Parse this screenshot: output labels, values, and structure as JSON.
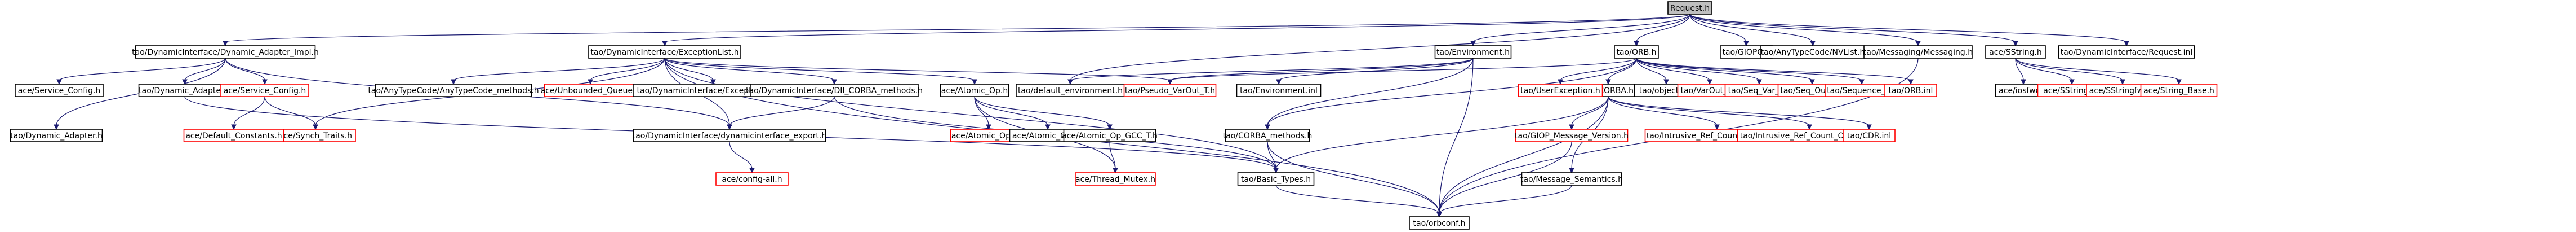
{
  "colors": {
    "edge": "#191970",
    "node_border": "#000000",
    "missing_border": "#ff0000",
    "root_fill": "#bfbfbf"
  },
  "nodes": [
    {
      "id": "root",
      "label": "Request.h",
      "root": true
    },
    {
      "id": "dai",
      "label": "tao/DynamicInterface/Dynamic_Adapter_Impl.h"
    },
    {
      "id": "exl",
      "label": "tao/DynamicInterface/ExceptionList.h"
    },
    {
      "id": "env",
      "label": "tao/Environment.h"
    },
    {
      "id": "orbh",
      "label": "tao/ORB.h"
    },
    {
      "id": "giop",
      "label": "tao/GIOPC.h"
    },
    {
      "id": "nvlist",
      "label": "tao/AnyTypeCode/NVList.h"
    },
    {
      "id": "msg",
      "label": "tao/Messaging/Messaging.h"
    },
    {
      "id": "sstr",
      "label": "ace/SString.h"
    },
    {
      "id": "reqinl",
      "label": "tao/DynamicInterface/Request.inl"
    },
    {
      "id": "svccfg1",
      "label": "ace/Service_Config.h"
    },
    {
      "id": "dynad",
      "label": "tao/Dynamic_Adapter.h"
    },
    {
      "id": "svccfg2",
      "label": "ace/Service_Config.h",
      "missing": true
    },
    {
      "id": "synch",
      "label": "ace/Synch_Traits.h",
      "missing": true
    },
    {
      "id": "defconst",
      "label": "ace/Default_Constants.h",
      "missing": true
    },
    {
      "id": "dynad2",
      "label": "tao/Dynamic_Adapter.h"
    },
    {
      "id": "dynexp",
      "label": "tao/DynamicInterface/dynamicinterface_export.h"
    },
    {
      "id": "aceconfig",
      "label": "ace/config-all.h",
      "missing": true
    },
    {
      "id": "atcm",
      "label": "tao/AnyTypeCode/AnyTypeCode_methods.h"
    },
    {
      "id": "unbq",
      "label": "ace/Unbounded_Queue.h",
      "missing": true
    },
    {
      "id": "exlinl",
      "label": "tao/DynamicInterface/ExceptionList.inl"
    },
    {
      "id": "diicorba",
      "label": "tao/DynamicInterface/DII_CORBA_methods.h"
    },
    {
      "id": "atomic",
      "label": "ace/Atomic_Op.h"
    },
    {
      "id": "atomict",
      "label": "ace/Atomic_Op_T.h",
      "missing": true
    },
    {
      "id": "atomicinl",
      "label": "ace/Atomic_Op.inl"
    },
    {
      "id": "atomicgcc",
      "label": "ace/Atomic_Op_GCC_T.h"
    },
    {
      "id": "thrmutex",
      "label": "ace/Thread_Mutex.h",
      "missing": true
    },
    {
      "id": "defenv",
      "label": "tao/default_environment.h"
    },
    {
      "id": "pvo",
      "label": "tao/Pseudo_VarOut_T.h",
      "missing": true
    },
    {
      "id": "envinl",
      "label": "tao/Environment.inl"
    },
    {
      "id": "corbam",
      "label": "tao/CORBA_methods.h"
    },
    {
      "id": "basic",
      "label": "tao/Basic_Types.h"
    },
    {
      "id": "orbconf",
      "label": "tao/orbconf.h"
    },
    {
      "id": "corbah",
      "label": "tao/CORBA.h"
    },
    {
      "id": "giopmv",
      "label": "tao/GIOP_Message_Version.h",
      "missing": true
    },
    {
      "id": "msem",
      "label": "tao/Message_Semantics.h"
    },
    {
      "id": "irchh",
      "label": "tao/Intrusive_Ref_Count_Handle_T.h",
      "missing": true
    },
    {
      "id": "ircoh",
      "label": "tao/Intrusive_Ref_Count_Object_T.h",
      "missing": true
    },
    {
      "id": "cdrinl",
      "label": "tao/CDR.inl",
      "missing": true
    },
    {
      "id": "userex",
      "label": "tao/UserException.h",
      "missing": true
    },
    {
      "id": "objid",
      "label": "tao/objectid.h"
    },
    {
      "id": "varout",
      "label": "tao/VarOut_T.h",
      "missing": true
    },
    {
      "id": "seqvar",
      "label": "tao/Seq_Var_T.h",
      "missing": true
    },
    {
      "id": "seqout",
      "label": "tao/Seq_Out_T.h",
      "missing": true
    },
    {
      "id": "seqt",
      "label": "tao/Sequence_T.h",
      "missing": true
    },
    {
      "id": "orbinl",
      "label": "tao/ORB.inl",
      "missing": true
    },
    {
      "id": "iosfwd",
      "label": "ace/iosfwd.h"
    },
    {
      "id": "sstrinl",
      "label": "ace/SString.inl",
      "missing": true
    },
    {
      "id": "sstrfwd",
      "label": "ace/SStringfwd.h",
      "missing": true
    },
    {
      "id": "strbase",
      "label": "ace/String_Base.h",
      "missing": true
    }
  ],
  "edges": [
    [
      "root",
      "dai"
    ],
    [
      "root",
      "exl"
    ],
    [
      "root",
      "env"
    ],
    [
      "root",
      "orbh"
    ],
    [
      "root",
      "giop"
    ],
    [
      "root",
      "nvlist"
    ],
    [
      "root",
      "msg"
    ],
    [
      "root",
      "sstr"
    ],
    [
      "root",
      "reqinl"
    ],
    [
      "root",
      "defenv"
    ],
    [
      "dai",
      "svccfg1"
    ],
    [
      "dai",
      "dynad"
    ],
    [
      "dai",
      "svccfg2"
    ],
    [
      "dai",
      "dynexp"
    ],
    [
      "dai",
      "dynad2"
    ],
    [
      "svccfg2",
      "synch"
    ],
    [
      "svccfg2",
      "defconst"
    ],
    [
      "exl",
      "synch"
    ],
    [
      "exl",
      "atcm"
    ],
    [
      "exl",
      "unbq"
    ],
    [
      "exl",
      "exlinl"
    ],
    [
      "exl",
      "diicorba"
    ],
    [
      "exl",
      "atomic"
    ],
    [
      "exl",
      "dynexp"
    ],
    [
      "exl",
      "pvo"
    ],
    [
      "exl",
      "basic"
    ],
    [
      "exl",
      "orbconf"
    ],
    [
      "diicorba",
      "dynexp"
    ],
    [
      "diicorba",
      "basic"
    ],
    [
      "dynexp",
      "aceconfig"
    ],
    [
      "dynad",
      "basic"
    ],
    [
      "atomic",
      "atomict"
    ],
    [
      "atomic",
      "atomicinl"
    ],
    [
      "atomic",
      "atomicgcc"
    ],
    [
      "atomic",
      "thrmutex"
    ],
    [
      "atomicgcc",
      "thrmutex"
    ],
    [
      "env",
      "defenv"
    ],
    [
      "env",
      "pvo"
    ],
    [
      "env",
      "envinl"
    ],
    [
      "env",
      "corbam"
    ],
    [
      "env",
      "orbconf"
    ],
    [
      "corbam",
      "basic"
    ],
    [
      "corbam",
      "orbconf"
    ],
    [
      "basic",
      "orbconf"
    ],
    [
      "orbh",
      "corbah"
    ],
    [
      "orbh",
      "userex"
    ],
    [
      "orbh",
      "objid"
    ],
    [
      "orbh",
      "varout"
    ],
    [
      "orbh",
      "seqvar"
    ],
    [
      "orbh",
      "seqout"
    ],
    [
      "orbh",
      "seqt"
    ],
    [
      "orbh",
      "orbinl"
    ],
    [
      "orbh",
      "pvo"
    ],
    [
      "orbh",
      "corbam"
    ],
    [
      "corbah",
      "giopmv"
    ],
    [
      "corbah",
      "msem"
    ],
    [
      "corbah",
      "irchh"
    ],
    [
      "corbah",
      "ircoh"
    ],
    [
      "corbah",
      "cdrinl"
    ],
    [
      "corbah",
      "basic"
    ],
    [
      "corbah",
      "orbconf"
    ],
    [
      "giopmv",
      "orbconf"
    ],
    [
      "msem",
      "orbconf"
    ],
    [
      "msg",
      "orbconf"
    ],
    [
      "sstr",
      "iosfwd"
    ],
    [
      "sstr",
      "sstrinl"
    ],
    [
      "sstr",
      "sstrfwd"
    ],
    [
      "sstr",
      "strbase"
    ]
  ]
}
